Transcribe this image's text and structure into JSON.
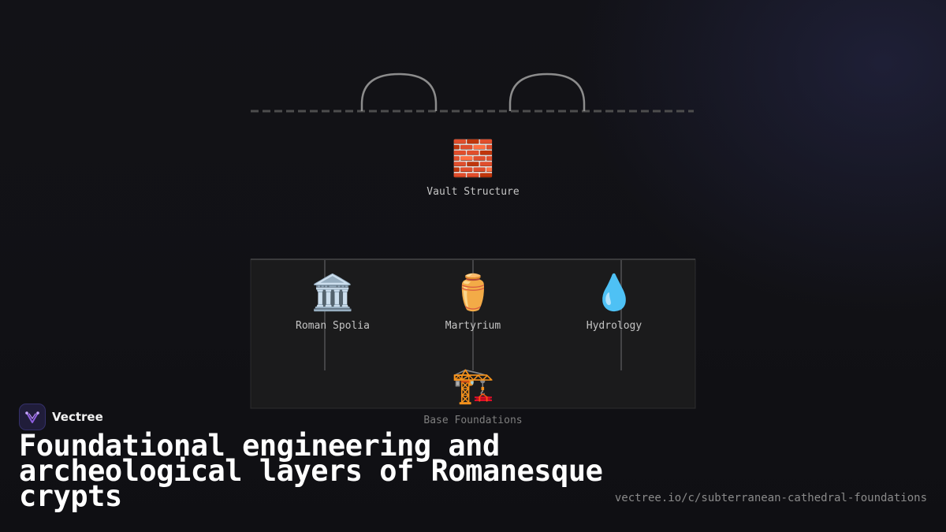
{
  "diagram": {
    "top_node": {
      "icon": "brick-icon",
      "emoji": "🧱",
      "label": "Vault Structure"
    },
    "layer_nodes": [
      {
        "icon": "classical-building-icon",
        "emoji": "🏛️",
        "label": "Roman Spolia"
      },
      {
        "icon": "amphora-icon",
        "emoji": "⚱️",
        "label": "Martyrium"
      },
      {
        "icon": "water-droplet-icon",
        "emoji": "💧",
        "label": "Hydrology"
      }
    ],
    "base_node": {
      "icon": "construction-crane-icon",
      "emoji": "🏗️",
      "label": "Base Foundations"
    }
  },
  "brand": {
    "name": "Vectree",
    "logo_icon": "vectree-logo-icon"
  },
  "title": "Foundational engineering and archeological layers of Romanesque crypts",
  "url": "vectree.io/c/subterranean-cathedral-foundations",
  "colors": {
    "background": "#111116",
    "panel": "#1b1b1d",
    "line": "#4a4a4a",
    "arch": "#8a8a8a",
    "logo_accent": "#8f5fe0"
  }
}
